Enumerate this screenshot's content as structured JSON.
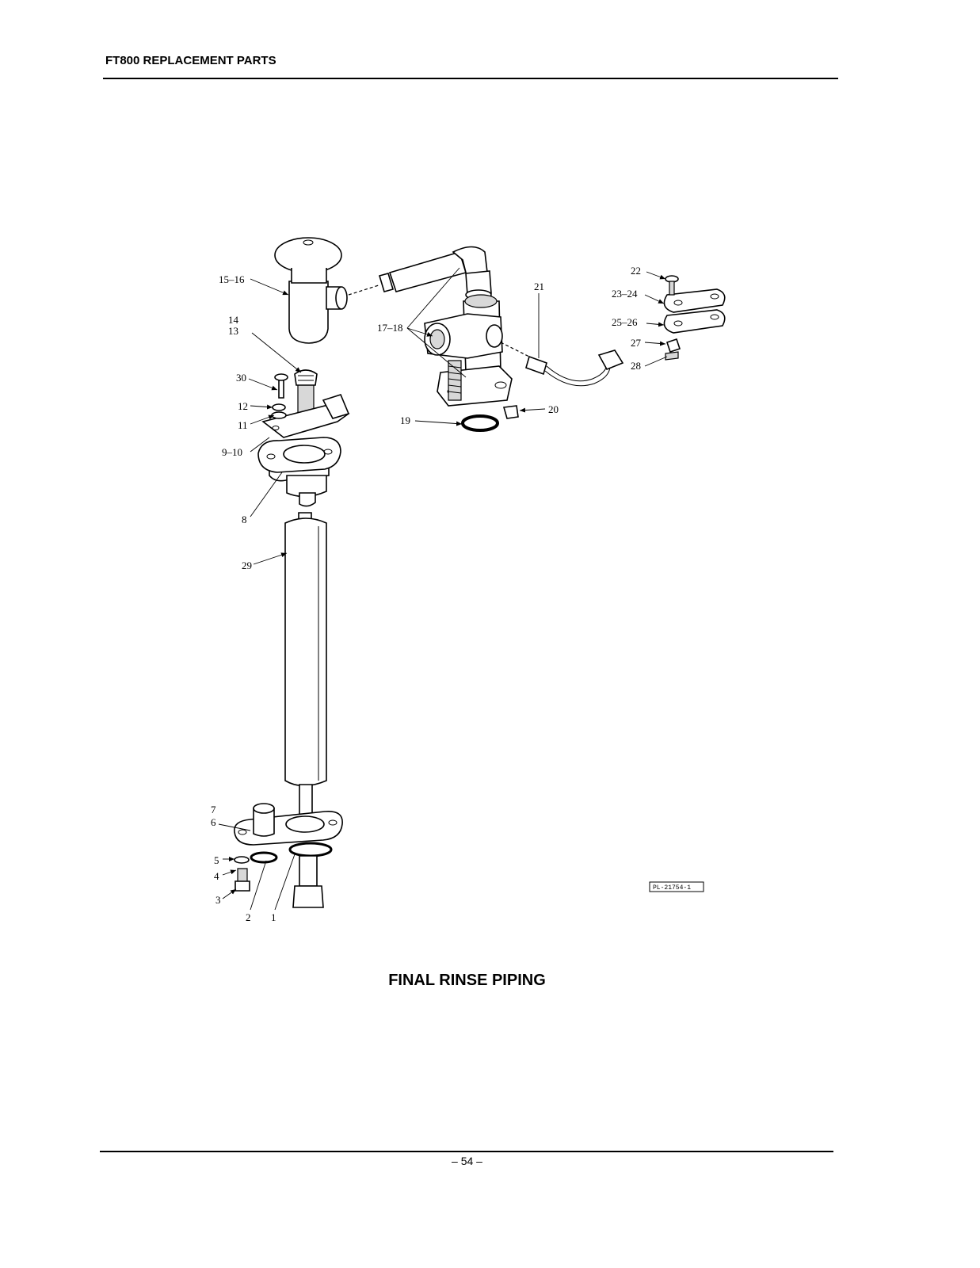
{
  "header": {
    "title": "FT800 REPLACEMENT PARTS"
  },
  "figure": {
    "title": "FINAL RINSE PIPING",
    "code": "PL-21754-1",
    "callouts": {
      "c1": "1",
      "c2": "2",
      "c3": "3",
      "c4": "4",
      "c5": "5",
      "c6": "6",
      "c7": "7",
      "c8": "8",
      "c9_10": "9–10",
      "c11": "11",
      "c12": "12",
      "c13": "13",
      "c14": "14",
      "c15_16": "15–16",
      "c17_18": "17–18",
      "c19": "19",
      "c20": "20",
      "c21": "21",
      "c22": "22",
      "c23_24": "23–24",
      "c25_26": "25–26",
      "c27": "27",
      "c28": "28",
      "c29": "29",
      "c30": "30"
    }
  },
  "footer": {
    "page": "– 54 –"
  }
}
